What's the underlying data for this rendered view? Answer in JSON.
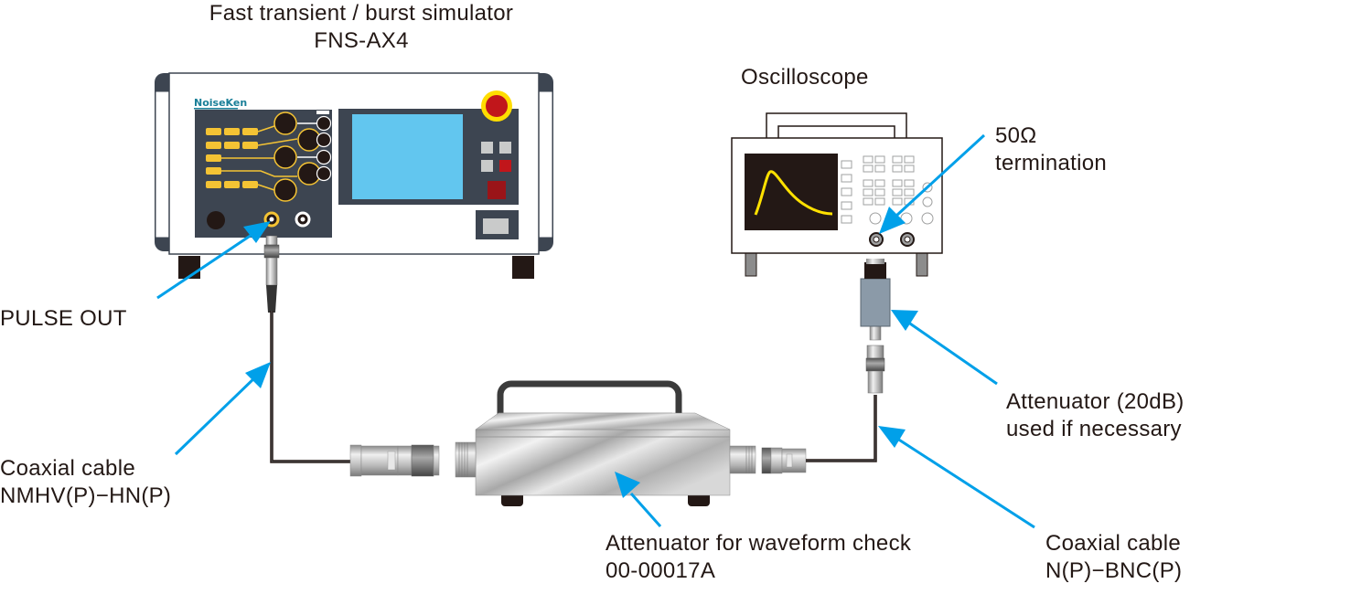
{
  "title": {
    "line1": "Fast transient / burst simulator",
    "line2": "FNS-AX4"
  },
  "devices": {
    "simulator": {
      "brand": "NoiseKen",
      "model": "FNS-AX4",
      "port_label": "PULSE OUT"
    },
    "oscilloscope": {
      "label": "Oscilloscope"
    },
    "attenuator_main": {
      "line1": "Attenuator for waveform check",
      "line2": "00-00017A"
    }
  },
  "callouts": {
    "pulse_out": "PULSE OUT",
    "termination": {
      "line1": "50Ω",
      "line2": "termination"
    },
    "attenuator_20db": {
      "line1": "Attenuator (20dB)",
      "line2": "used if necessary"
    },
    "cable_left": {
      "line1": "Coaxial cable",
      "line2": "NMHV(P)−HN(P)"
    },
    "cable_right": {
      "line1": "Coaxial cable",
      "line2": "N(P)−BNC(P)"
    }
  },
  "colors": {
    "arrow": "#00a0e9",
    "panel": "#3d4551",
    "screen": "#62c6ef",
    "led_yellow": "#f4c334",
    "estop_red": "#c1161b",
    "estop_ring": "#ffdd00",
    "scope_trace": "#ffe100",
    "cable": "#231815",
    "attenuator_body": "#8b9aa8"
  }
}
